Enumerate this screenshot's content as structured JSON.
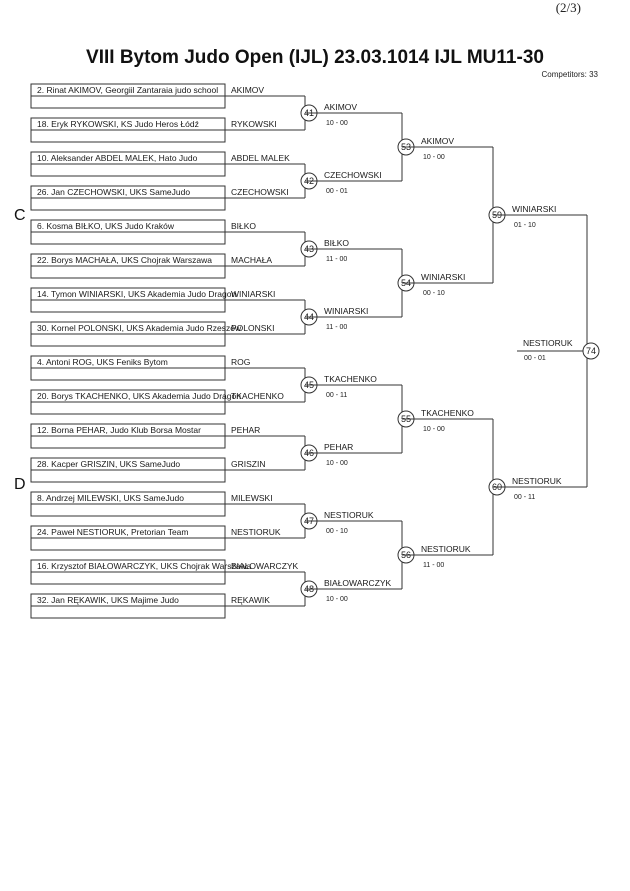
{
  "page": {
    "indicator": "(2/3)"
  },
  "header": {
    "title": "VIII Bytom Judo Open (IJL)  23.03.1014  IJL   MU11-30",
    "competitors": "Competitors: 33"
  },
  "pools": [
    "C",
    "D"
  ],
  "entries": [
    {
      "label": "2. Rinat AKIMOV, Georgiil Zantaraia judo school",
      "surname": "AKIMOV"
    },
    {
      "label": "18. Eryk RYKOWSKI, KS Judo Heros Łódź",
      "surname": "RYKOWSKI"
    },
    {
      "label": "10. Aleksander ABDEL MALEK, Hato Judo",
      "surname": "ABDEL MALEK"
    },
    {
      "label": "26. Jan CZECHOWSKI, UKS SameJudo",
      "surname": "CZECHOWSKI"
    },
    {
      "label": "6. Kosma BIŁKO, UKS Judo Kraków",
      "surname": "BIŁKO"
    },
    {
      "label": "22. Borys MACHAŁA, UKS Chojrak Warszawa",
      "surname": "MACHAŁA"
    },
    {
      "label": "14. Tymon WINIARSKI, UKS Akademia Judo Dragon",
      "surname": "WINIARSKI"
    },
    {
      "label": "30. Kornel POLONSKI, UKS Akademia Judo Rzeszów",
      "surname": "POLONSKI"
    },
    {
      "label": "4. Antoni ROG, UKS Feniks Bytom",
      "surname": "ROG"
    },
    {
      "label": "20. Borys TKACHENKO, UKS Akademia Judo Dragon",
      "surname": "TKACHENKO"
    },
    {
      "label": "12. Borna PEHAR, Judo Klub Borsa Mostar",
      "surname": "PEHAR"
    },
    {
      "label": "28. Kacper GRISZIN, UKS SameJudo",
      "surname": "GRISZIN"
    },
    {
      "label": "8. Andrzej MILEWSKI, UKS SameJudo",
      "surname": "MILEWSKI"
    },
    {
      "label": "24. Paweł NESTIORUK, Pretorian Team",
      "surname": "NESTIORUK"
    },
    {
      "label": "16. Krzysztof BIAŁOWARCZYK, UKS Chojrak Warszawa",
      "surname": "BIAŁOWARCZYK"
    },
    {
      "label": "32. Jan RĘKAWIK, UKS Majime Judo",
      "surname": "RĘKAWIK"
    }
  ],
  "rounds": [
    [
      {
        "num": "41",
        "winner": "AKIMOV",
        "score": "10 - 00"
      },
      {
        "num": "42",
        "winner": "CZECHOWSKI",
        "score": "00 - 01"
      },
      {
        "num": "43",
        "winner": "BIŁKO",
        "score": "11 - 00"
      },
      {
        "num": "44",
        "winner": "WINIARSKI",
        "score": "11 - 00"
      },
      {
        "num": "45",
        "winner": "TKACHENKO",
        "score": "00 - 11"
      },
      {
        "num": "46",
        "winner": "PEHAR",
        "score": "10 - 00"
      },
      {
        "num": "47",
        "winner": "NESTIORUK",
        "score": "00 - 10"
      },
      {
        "num": "48",
        "winner": "BIAŁOWARCZYK",
        "score": "10 - 00"
      }
    ],
    [
      {
        "num": "53",
        "winner": "AKIMOV",
        "score": "10 - 00"
      },
      {
        "num": "54",
        "winner": "WINIARSKI",
        "score": "00 - 10"
      },
      {
        "num": "55",
        "winner": "TKACHENKO",
        "score": "10 - 00"
      },
      {
        "num": "56",
        "winner": "NESTIORUK",
        "score": "11 - 00"
      }
    ],
    [
      {
        "num": "59",
        "winner": "WINIARSKI",
        "score": "01 - 10"
      },
      {
        "num": "60",
        "winner": "NESTIORUK",
        "score": "00 - 11"
      }
    ],
    [
      {
        "num": "74",
        "winner": "NESTIORUK",
        "score": "00 - 01"
      }
    ]
  ]
}
